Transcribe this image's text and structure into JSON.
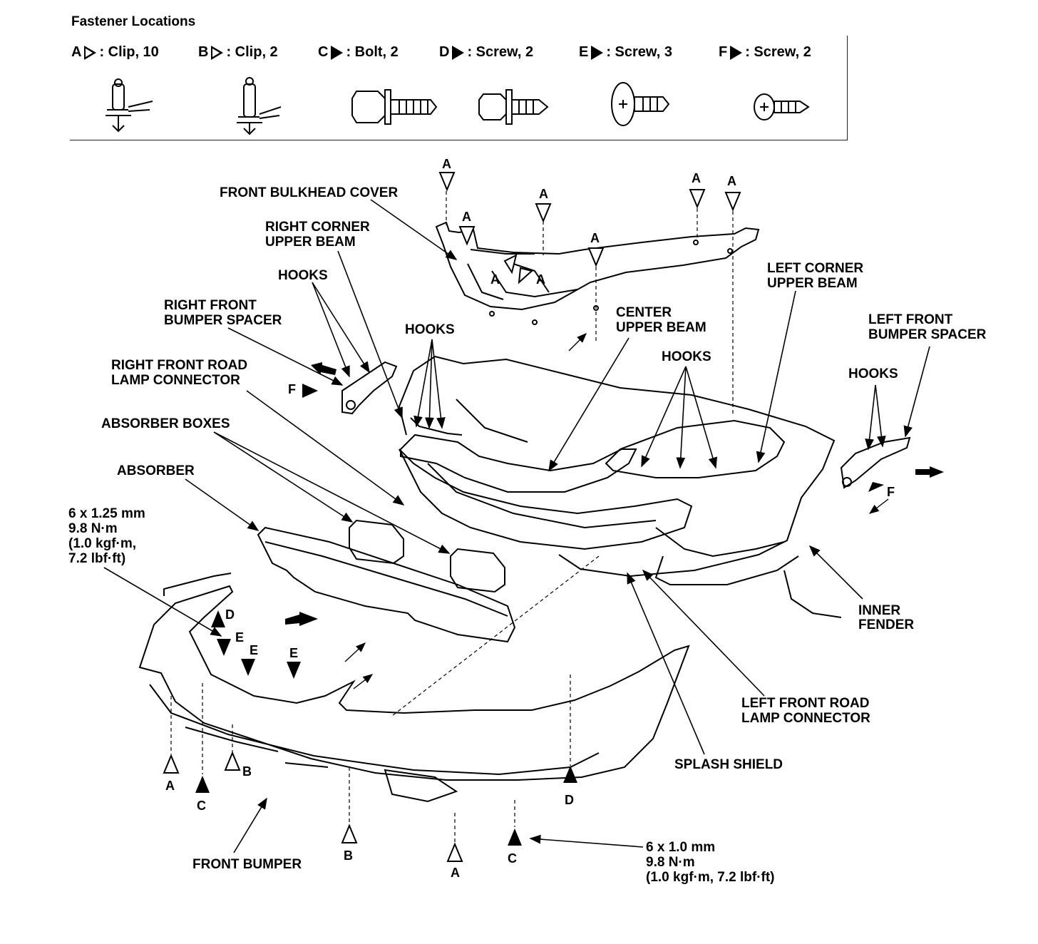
{
  "header": {
    "title": "Fastener Locations",
    "fasteners": [
      {
        "letter": "A",
        "symbol": "outline-triangle",
        "desc": ": Clip, 10"
      },
      {
        "letter": "B",
        "symbol": "outline-triangle",
        "desc": ": Clip, 2"
      },
      {
        "letter": "C",
        "symbol": "filled-triangle",
        "desc": ": Bolt, 2"
      },
      {
        "letter": "D",
        "symbol": "filled-triangle",
        "desc": ": Screw, 2"
      },
      {
        "letter": "E",
        "symbol": "filled-triangle",
        "desc": ": Screw, 3"
      },
      {
        "letter": "F",
        "symbol": "filled-triangle",
        "desc": ": Screw, 2"
      }
    ]
  },
  "labels": {
    "front_bulkhead_cover": "FRONT BULKHEAD COVER",
    "right_corner_upper_beam_1": "RIGHT CORNER",
    "right_corner_upper_beam_2": "UPPER BEAM",
    "hooks_1": "HOOKS",
    "right_front_bumper_spacer_1": "RIGHT FRONT",
    "right_front_bumper_spacer_2": "BUMPER SPACER",
    "right_front_road_lamp_1": "RIGHT FRONT ROAD",
    "right_front_road_lamp_2": "LAMP CONNECTOR",
    "hooks_2": "HOOKS",
    "absorber_boxes": "ABSORBER BOXES",
    "absorber": "ABSORBER",
    "spec_left_1": "6 x 1.25 mm",
    "spec_left_2": "9.8 N·m",
    "spec_left_3": "(1.0 kgf·m,",
    "spec_left_4": "7.2 lbf·ft)",
    "left_corner_upper_beam_1": "LEFT CORNER",
    "left_corner_upper_beam_2": "UPPER BEAM",
    "center_upper_beam_1": "CENTER",
    "center_upper_beam_2": "UPPER BEAM",
    "hooks_3": "HOOKS",
    "left_front_bumper_spacer_1": "LEFT FRONT",
    "left_front_bumper_spacer_2": "BUMPER SPACER",
    "hooks_4": "HOOKS",
    "inner_fender_1": "INNER",
    "inner_fender_2": "FENDER",
    "left_front_road_lamp_1": "LEFT FRONT ROAD",
    "left_front_road_lamp_2": "LAMP CONNECTOR",
    "splash_shield": "SPLASH SHIELD",
    "front_bumper": "FRONT BUMPER",
    "spec_bottom_1": "6 x 1.0 mm",
    "spec_bottom_2": "9.8 N·m",
    "spec_bottom_3": "(1.0 kgf·m, 7.2 lbf·ft)"
  },
  "letters": {
    "A": "A",
    "B": "B",
    "C": "C",
    "D": "D",
    "E": "E",
    "F": "F"
  }
}
